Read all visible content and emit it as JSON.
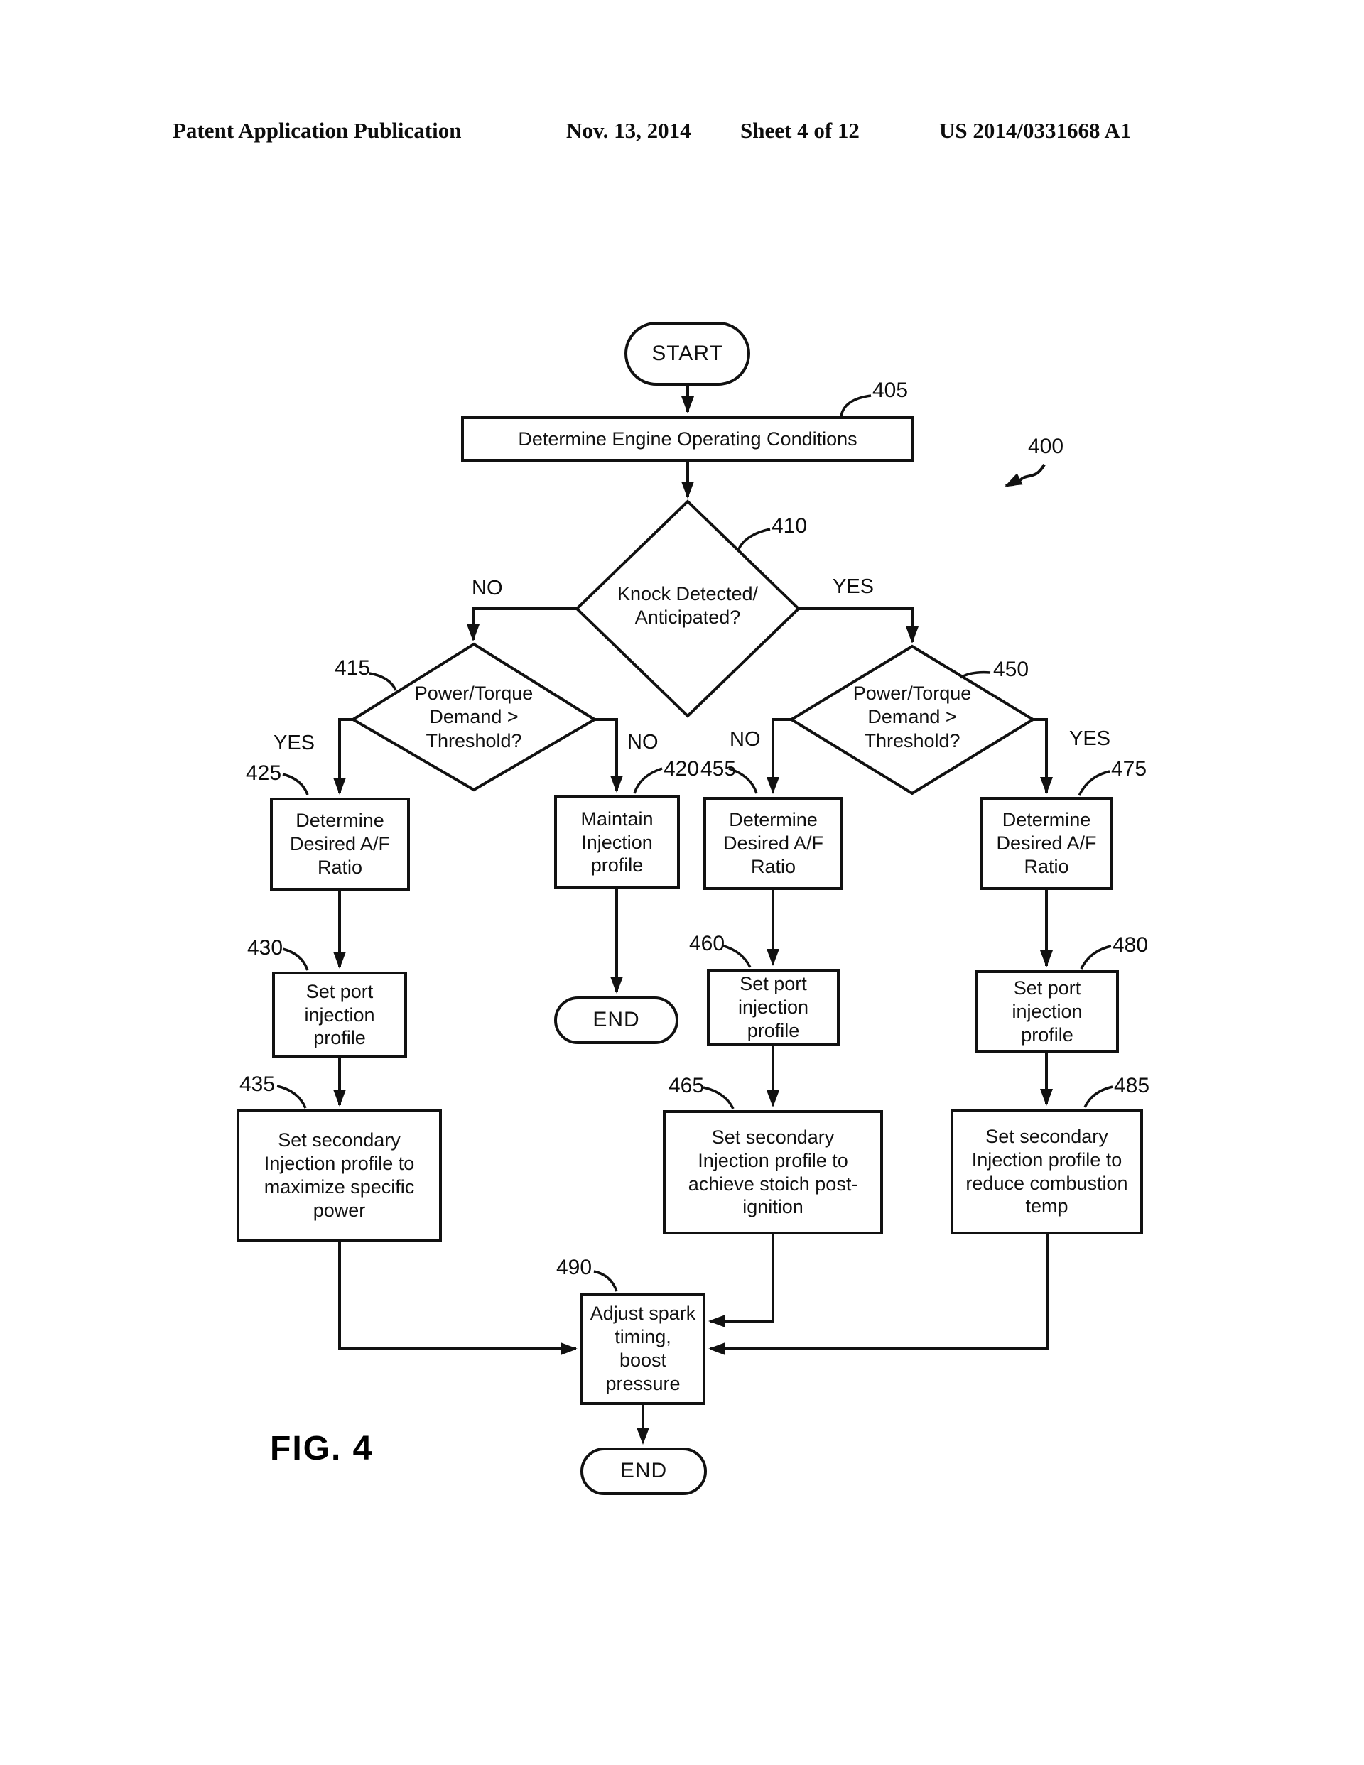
{
  "header": {
    "publication": "Patent Application Publication",
    "date": "Nov. 13, 2014",
    "sheet": "Sheet 4 of 12",
    "document_number": "US 2014/0331668 A1"
  },
  "figure_label": "FIG. 4",
  "refs": {
    "overall": "400",
    "determine_conditions": "405",
    "knock": "410",
    "left_demand": "415",
    "maintain": "420",
    "a1": "425",
    "a2": "430",
    "a3": "435",
    "right_demand": "450",
    "c1": "455",
    "c2": "460",
    "c3": "465",
    "d1": "475",
    "d2": "480",
    "d3": "485",
    "adjust": "490"
  },
  "branches": {
    "knock_no": "NO",
    "knock_yes": "YES",
    "left_yes": "YES",
    "left_no": "NO",
    "right_no": "NO",
    "right_yes": "YES"
  },
  "nodes": {
    "start": "START",
    "determine_conditions": "Determine Engine Operating Conditions",
    "knock": [
      "Knock Detected/",
      "Anticipated?"
    ],
    "left_demand": [
      "Power/Torque",
      "Demand >",
      "Threshold?"
    ],
    "right_demand": [
      "Power/Torque",
      "Demand >",
      "Threshold?"
    ],
    "a1": [
      "Determine",
      "Desired A/F",
      "Ratio"
    ],
    "b1": [
      "Maintain",
      "Injection",
      "profile"
    ],
    "c1": [
      "Determine",
      "Desired A/F",
      "Ratio"
    ],
    "d1": [
      "Determine",
      "Desired A/F",
      "Ratio"
    ],
    "a2": [
      "Set port",
      "injection",
      "profile"
    ],
    "c2": [
      "Set port",
      "injection",
      "profile"
    ],
    "d2": [
      "Set port",
      "injection",
      "profile"
    ],
    "a3": [
      "Set secondary",
      "Injection profile to",
      "maximize specific",
      "power"
    ],
    "c3": [
      "Set secondary",
      "Injection profile to",
      "achieve stoich post-",
      "ignition"
    ],
    "d3": [
      "Set secondary",
      "Injection profile to",
      "reduce combustion",
      "temp"
    ],
    "end_middle": "END",
    "adjust": [
      "Adjust spark",
      "timing,",
      "boost",
      "pressure"
    ],
    "end_bottom": "END"
  }
}
